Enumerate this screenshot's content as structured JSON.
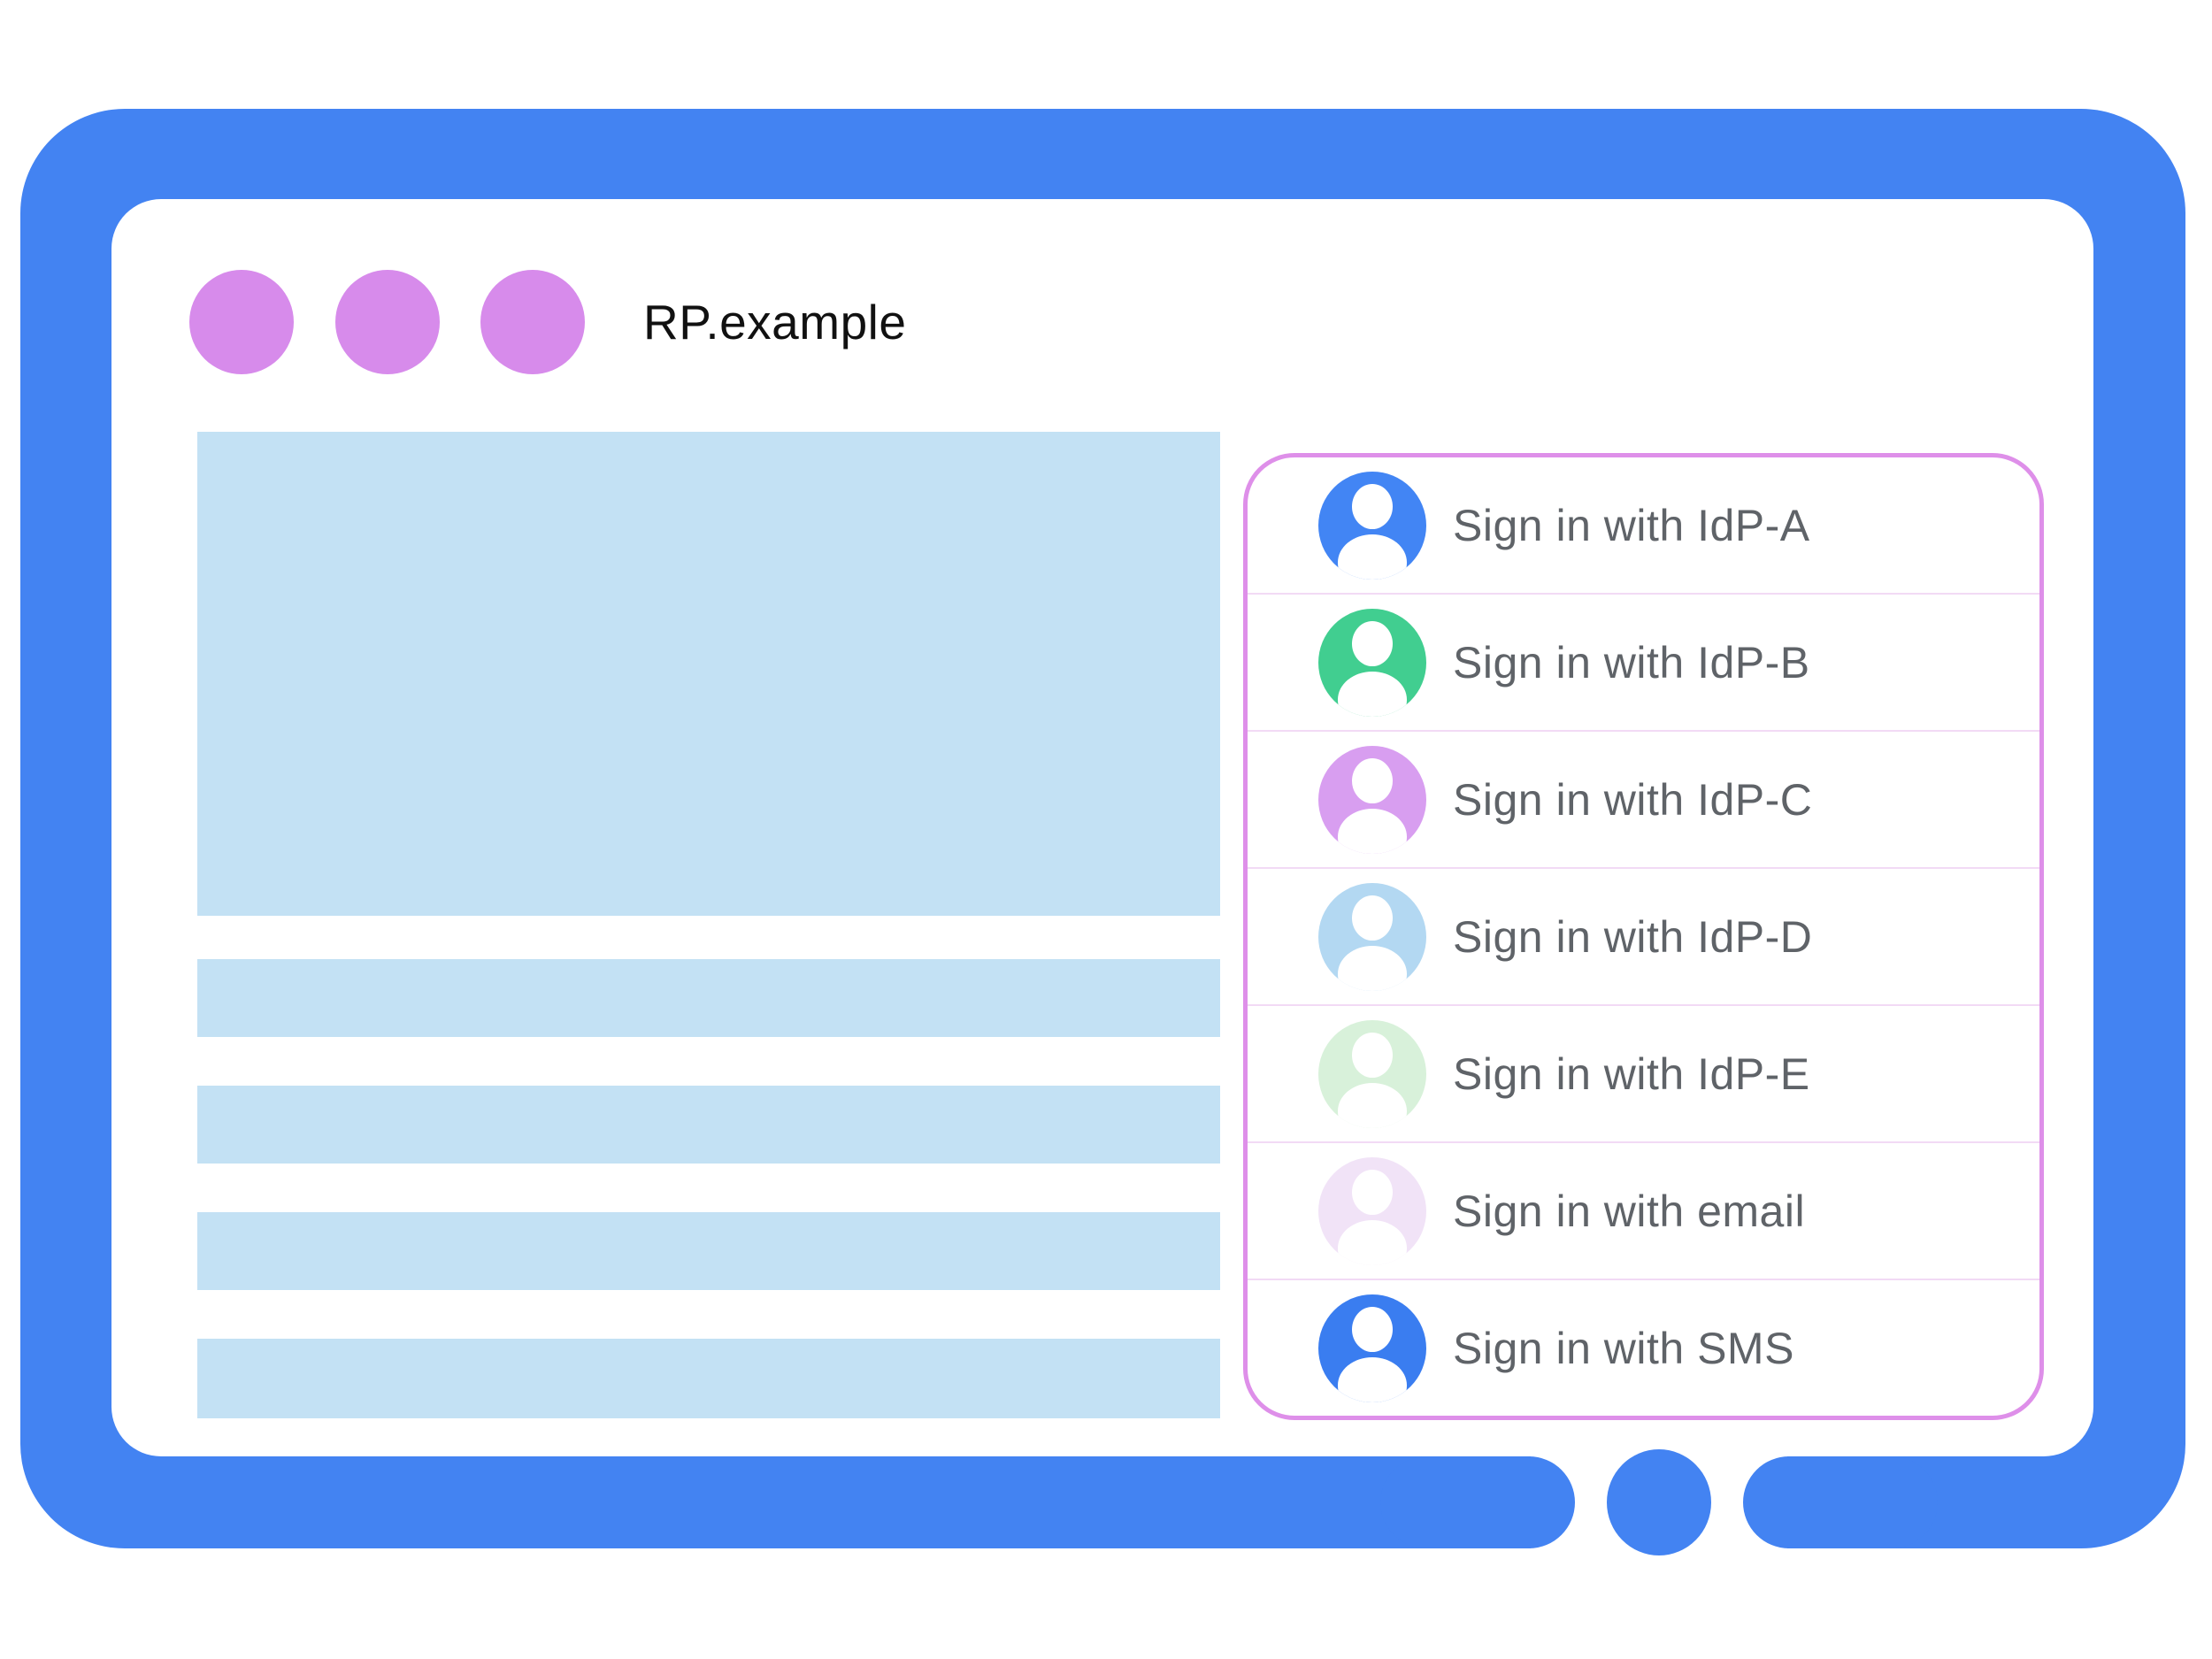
{
  "window": {
    "title": "RP.example",
    "control_dot_count": 3
  },
  "colors": {
    "frame_blue": "#4383F2",
    "window_dot_purple": "#D78BEB",
    "content_block_blue": "#C3E1F4",
    "panel_border_pink": "#DE8FE9",
    "divider_pink": "#F2DAF5",
    "label_gray": "#5F6368",
    "title_black": "#111111"
  },
  "signin_panel": {
    "items": [
      {
        "label": "Sign in with IdP-A",
        "avatar_icon": "account-circle-icon",
        "avatar_color": "#4285F4"
      },
      {
        "label": "Sign in with IdP-B",
        "avatar_icon": "account-circle-icon",
        "avatar_color": "#41CE90"
      },
      {
        "label": "Sign in with IdP-C",
        "avatar_icon": "account-circle-icon",
        "avatar_color": "#D89EF0"
      },
      {
        "label": "Sign in with IdP-D",
        "avatar_icon": "account-circle-icon",
        "avatar_color": "#B3D8F2"
      },
      {
        "label": "Sign in with IdP-E",
        "avatar_icon": "account-circle-icon",
        "avatar_color": "#D8F1DA"
      },
      {
        "label": "Sign in with email",
        "avatar_icon": "account-circle-icon",
        "avatar_color": "#F1E3F7"
      },
      {
        "label": "Sign in with SMS",
        "avatar_icon": "account-circle-icon",
        "avatar_color": "#3A7DF0"
      }
    ]
  }
}
